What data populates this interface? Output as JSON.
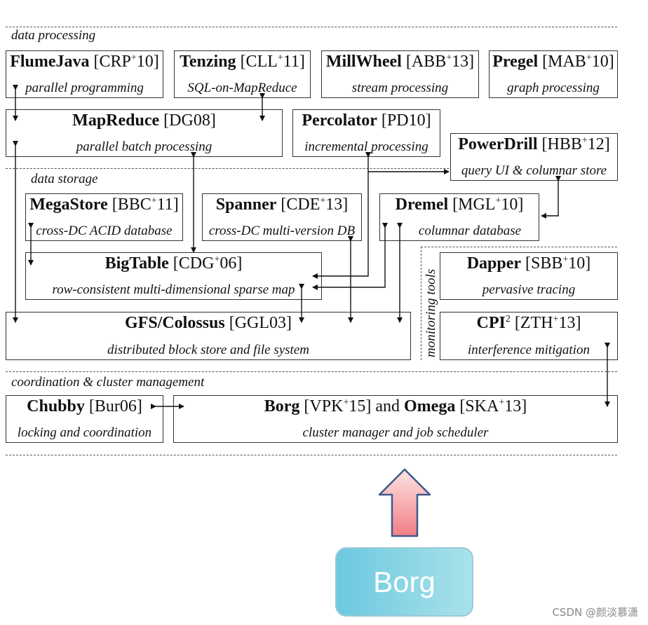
{
  "sections": {
    "data_processing": "data processing",
    "data_storage": "data storage",
    "monitoring_tools": "monitoring tools",
    "coordination": "coordination & cluster management"
  },
  "boxes": {
    "flumejava": {
      "name": "FlumeJava",
      "ref": "[CRP",
      "sup": "+",
      "ref2": "10]",
      "desc": "parallel programming"
    },
    "tenzing": {
      "name": "Tenzing",
      "ref": "[CLL",
      "sup": "+",
      "ref2": "11]",
      "desc": "SQL-on-MapReduce"
    },
    "millwheel": {
      "name": "MillWheel",
      "ref": "[ABB",
      "sup": "+",
      "ref2": "13]",
      "desc": "stream processing"
    },
    "pregel": {
      "name": "Pregel",
      "ref": "[MAB",
      "sup": "+",
      "ref2": "10]",
      "desc": "graph processing"
    },
    "mapreduce": {
      "name": "MapReduce",
      "ref": "[DG08]",
      "desc": "parallel batch processing"
    },
    "percolator": {
      "name": "Percolator",
      "ref": "[PD10]",
      "desc": "incremental processing"
    },
    "powerdrill": {
      "name": "PowerDrill",
      "ref": "[HBB",
      "sup": "+",
      "ref2": "12]",
      "desc": "query UI & columnar store"
    },
    "megastore": {
      "name": "MegaStore",
      "ref": "[BBC",
      "sup": "+",
      "ref2": "11]",
      "desc": "cross-DC ACID database"
    },
    "spanner": {
      "name": "Spanner",
      "ref": "[CDE",
      "sup": "+",
      "ref2": "13]",
      "desc": "cross-DC multi-version DB"
    },
    "dremel": {
      "name": "Dremel",
      "ref": "[MGL",
      "sup": "+",
      "ref2": "10]",
      "desc": "columnar database"
    },
    "bigtable": {
      "name": "BigTable",
      "ref": "[CDG",
      "sup": "+",
      "ref2": "06]",
      "desc": "row-consistent multi-dimensional sparse map"
    },
    "dapper": {
      "name": "Dapper",
      "ref": "[SBB",
      "sup": "+",
      "ref2": "10]",
      "desc": "pervasive tracing"
    },
    "cpi": {
      "name": "CPI",
      "namesup": "2",
      "ref": "[ZTH",
      "sup": "+",
      "ref2": "13]",
      "desc": "interference mitigation"
    },
    "gfs": {
      "name": "GFS/Colossus",
      "ref": "[GGL03]",
      "desc": "distributed block store and file system"
    },
    "chubby": {
      "name": "Chubby",
      "ref": "[Bur06]",
      "desc": "locking and coordination"
    },
    "borg": {
      "name": "Borg",
      "ref": "[VPK",
      "sup": "+",
      "ref2": "15]",
      "and": "and",
      "name2": "Omega",
      "ref3": "[SKA",
      "sup2": "+",
      "ref4": "13]",
      "desc": "cluster manager and job scheduler"
    }
  },
  "borg_button": {
    "label": "Borg"
  },
  "watermark": "CSDN @颜淡慕潇",
  "colors": {
    "arrow_fill_top": "#fde3e3",
    "arrow_fill_bottom": "#f27e86",
    "arrow_stroke": "#3d5a8a",
    "button_left": "#6cc9e0",
    "button_right": "#a9e2ea"
  }
}
